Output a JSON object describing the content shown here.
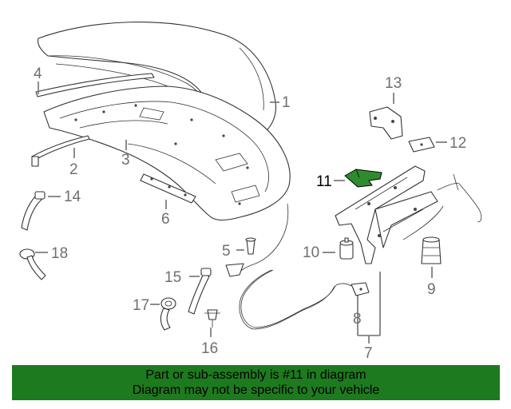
{
  "colors": {
    "banner": "#1e7a1e",
    "highlight": "#2e8b2e",
    "label": "#6f6f6f",
    "highlight_label": "#000000",
    "line_art": "#333333"
  },
  "callouts": {
    "c1": "1",
    "c2": "2",
    "c3": "3",
    "c4": "4",
    "c5": "5",
    "c6": "6",
    "c7": "7",
    "c8": "8",
    "c9": "9",
    "c10": "10",
    "c11": "11",
    "c12": "12",
    "c13": "13",
    "c14": "14",
    "c15": "15",
    "c16": "16",
    "c17": "17",
    "c18": "18"
  },
  "banner": {
    "line1": "Part or sub-assembly is #11 in diagram",
    "line2": "Diagram may not be specific to your vehicle"
  }
}
